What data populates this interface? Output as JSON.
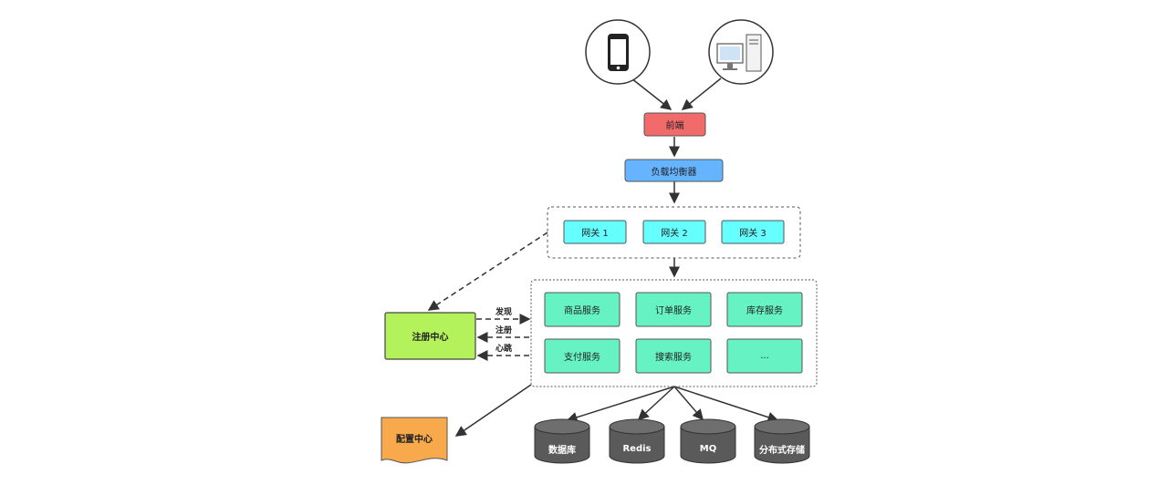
{
  "diagram": {
    "clients": [
      {
        "icon": "mobile-phone-icon"
      },
      {
        "icon": "desktop-computer-icon"
      }
    ],
    "dns": {
      "label": "前端",
      "color": "#f26b6b"
    },
    "load_balancer": {
      "label": "负载均衡器",
      "color": "#66b3ff"
    },
    "gateways": [
      "网关 1",
      "网关 2",
      "网关 3"
    ],
    "services": [
      "商品服务",
      "订单服务",
      "库存服务",
      "支付服务",
      "搜索服务",
      "..."
    ],
    "registry": {
      "label": "注册中心",
      "color": "#b3f25a"
    },
    "edge_labels": {
      "discover": "发现",
      "register": "注册",
      "heartbeat": "心跳"
    },
    "config_center": {
      "label": "配置中心",
      "color": "#f7a94b"
    },
    "storage": [
      "数据库",
      "Redis",
      "MQ",
      "分布式存储"
    ],
    "colors": {
      "gateway": "#66ffff",
      "service": "#66f2c2",
      "storage": "#5a5a5a"
    }
  }
}
